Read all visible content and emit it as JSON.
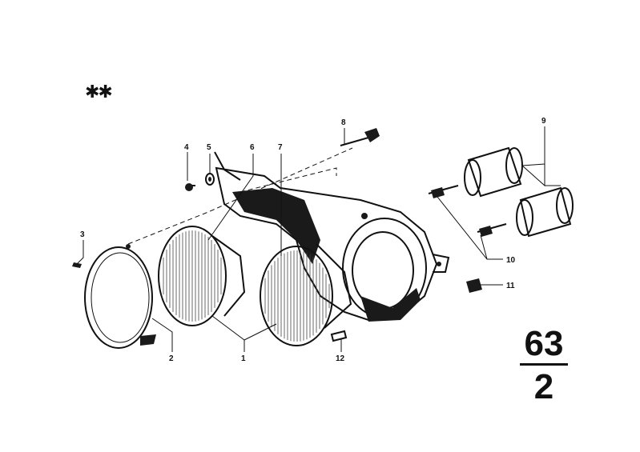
{
  "diagram": {
    "marker": "✱✱",
    "group": {
      "main": "63",
      "sub": "2"
    },
    "callouts": [
      {
        "id": "1",
        "label": "1"
      },
      {
        "id": "2",
        "label": "2"
      },
      {
        "id": "3",
        "label": "3"
      },
      {
        "id": "4",
        "label": "4"
      },
      {
        "id": "5",
        "label": "5"
      },
      {
        "id": "6",
        "label": "6"
      },
      {
        "id": "7",
        "label": "7"
      },
      {
        "id": "8",
        "label": "8"
      },
      {
        "id": "9",
        "label": "9"
      },
      {
        "id": "10",
        "label": "10"
      },
      {
        "id": "11",
        "label": "11"
      },
      {
        "id": "12",
        "label": "12"
      }
    ],
    "colors": {
      "ink": "#111111",
      "background": "#ffffff"
    }
  }
}
